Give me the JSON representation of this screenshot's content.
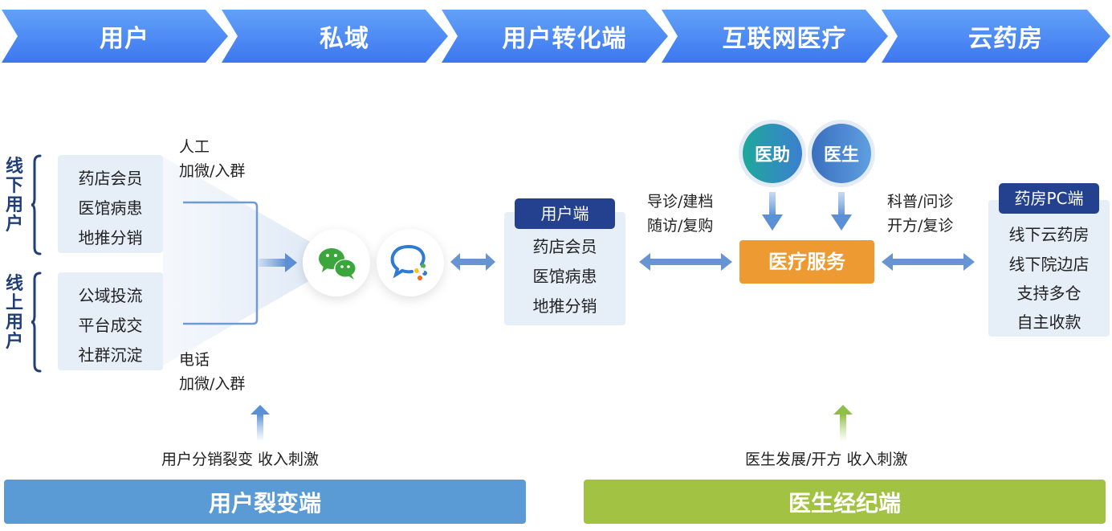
{
  "stages": [
    "用户",
    "私域",
    "用户转化端",
    "互联网医疗",
    "云药房"
  ],
  "offline_users": {
    "label": "线下用户",
    "items": [
      "药店会员",
      "医馆病患",
      "地推分销"
    ]
  },
  "online_users": {
    "label": "线上用户",
    "items": [
      "公域投流",
      "平台成交",
      "社群沉淀"
    ]
  },
  "channels": {
    "top_line1": "人工",
    "top_line2": "加微/入群",
    "bottom_line1": "电话",
    "bottom_line2": "加微/入群"
  },
  "apps": [
    "wechat-icon",
    "wecom-icon"
  ],
  "user_end": {
    "title": "用户端",
    "items": [
      "药店会员",
      "医馆病患",
      "地推分销"
    ]
  },
  "user_to_medical": {
    "line1": "导诊/建档",
    "line2": "随访/复购"
  },
  "roles": [
    {
      "label": "医助",
      "color": "#25a4a6"
    },
    {
      "label": "医生",
      "color": "#3d79c8"
    }
  ],
  "medical_service": "医疗服务",
  "medical_to_pharmacy": {
    "line1": "科普/问诊",
    "line2": "开方/复诊"
  },
  "pharmacy": {
    "title": "药房PC端",
    "items": [
      "线下云药房",
      "线下院边店",
      "支持多仓",
      "自主收款"
    ]
  },
  "bottom": {
    "left_caption": "用户分销裂变 收入刺激",
    "left_bar": "用户裂变端",
    "left_color": "#5a9bd6",
    "right_caption": "医生发展/开方 收入刺激",
    "right_bar": "医生经纪端",
    "right_color": "#a1c243"
  }
}
